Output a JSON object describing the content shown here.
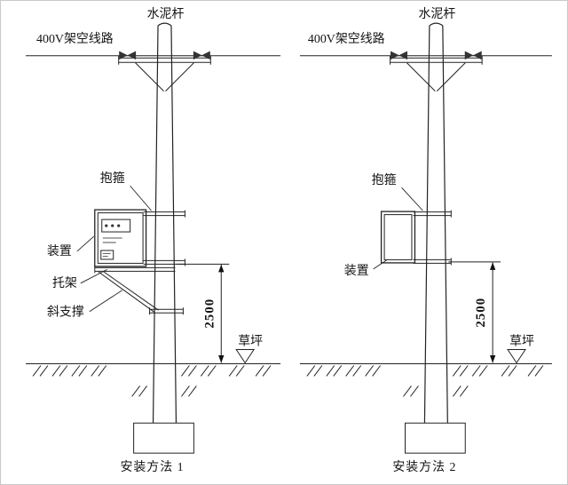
{
  "left": {
    "pole_label": "水泥杆",
    "line_label": "400V架空线路",
    "hoop_label": "抱箍",
    "device_label": "装置",
    "bracket_label": "托架",
    "brace_label": "斜支撑",
    "dimension": "2500",
    "lawn_label": "草坪",
    "caption": "安装方法 1"
  },
  "right": {
    "pole_label": "水泥杆",
    "line_label": "400V架空线路",
    "hoop_label": "抱箍",
    "device_label": "装置",
    "dimension": "2500",
    "lawn_label": "草坪",
    "caption": "安装方法 2"
  }
}
